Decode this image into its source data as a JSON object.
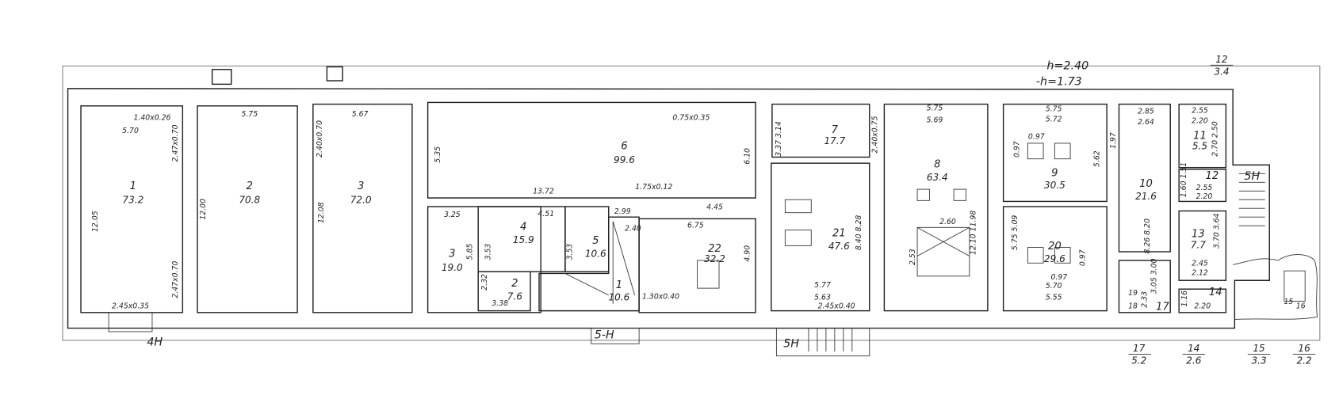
{
  "heights": {
    "h": "h=2.40",
    "minus_h": "-h=1.73"
  },
  "rooms": [
    {
      "number": "1",
      "area": "73.2"
    },
    {
      "number": "2",
      "area": "70.8"
    },
    {
      "number": "3",
      "area": "72.0"
    },
    {
      "number": "6",
      "area": "99.6"
    },
    {
      "number": "3",
      "area": "19.0"
    },
    {
      "number": "4",
      "area": "15.9"
    },
    {
      "number": "5",
      "area": "10.6"
    },
    {
      "number": "2",
      "area": "7.6"
    },
    {
      "number": "1",
      "area": "10.6"
    },
    {
      "number": "22",
      "area": "32.2"
    },
    {
      "number": "7",
      "area": "17.7"
    },
    {
      "number": "21",
      "area": "47.6"
    },
    {
      "number": "8",
      "area": "63.4"
    },
    {
      "number": "9",
      "area": "30.5"
    },
    {
      "number": "20",
      "area": "29.6"
    },
    {
      "number": "10",
      "area": "21.6"
    },
    {
      "number": "11",
      "area": "5.5"
    },
    {
      "number": "13",
      "area": "7.7"
    }
  ],
  "room_tags": [
    "12",
    "14",
    "17",
    "18",
    "19",
    "15",
    "16"
  ],
  "legend": [
    {
      "number": "12",
      "area": "3.4"
    },
    {
      "number": "17",
      "area": "5.2"
    },
    {
      "number": "14",
      "area": "2.6"
    },
    {
      "number": "15",
      "area": "3.3"
    },
    {
      "number": "16",
      "area": "2.2"
    }
  ],
  "entrances": [
    "4Н",
    "5-Н",
    "5Н",
    "5Н"
  ],
  "dims_h": [
    "1.40x0.26",
    "5.70",
    "5.75",
    "5.67",
    "2.45x0.35",
    "0.75x0.35",
    "13.72",
    "1.75x0.12",
    "4.45",
    "3.25",
    "4.51",
    "2.40",
    "2.99",
    "6.75",
    "3.38",
    "1.30x0.40",
    "5.75",
    "5.69",
    "2.60",
    "5.77",
    "5.63",
    "2.45x0.40",
    "5.75",
    "5.72",
    "0.97",
    "0.97",
    "5.70",
    "5.55",
    "2.85",
    "2.64",
    "2.55",
    "2.20",
    "2.55",
    "2.20",
    "2.45",
    "2.12",
    "2.20"
  ],
  "dims_v": [
    "2.47x0.70",
    "2.47x0.70",
    "12.05",
    "12.00",
    "2.40x0.70",
    "12.08",
    "5.35",
    "6.10",
    "4.90",
    "5.85",
    "3.53",
    "2.32",
    "3.53",
    "3.37 3.14",
    "2.40x0.75",
    "8.40 8.28",
    "12.10 11.98",
    "2.53",
    "0.97",
    "5.62",
    "1.97",
    "5.75 5.09",
    "0.97",
    "8.26 8.20",
    "3.05 3.00",
    "2.33",
    "2.70 2.50",
    "1.60 1.51",
    "3.70 3.64",
    "1.16"
  ]
}
